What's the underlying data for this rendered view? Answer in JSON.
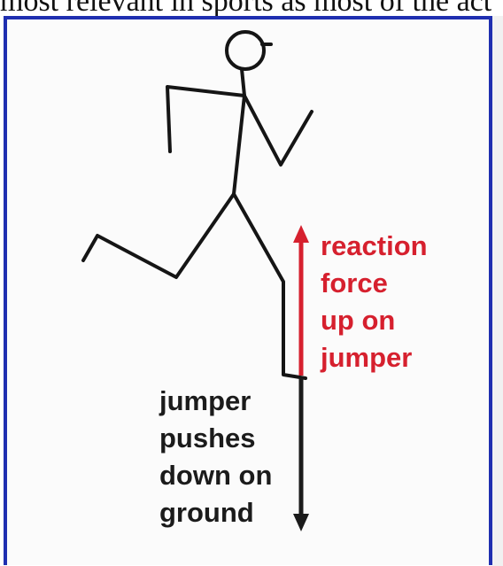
{
  "caption": {
    "text": "most relevant in sports as most of the act"
  },
  "diagram": {
    "reaction_force": {
      "lines": [
        "reaction",
        "force",
        "up on",
        "jumper"
      ],
      "color": "#d6202e"
    },
    "ground_push": {
      "lines": [
        "jumper",
        "pushes",
        "down on",
        "ground"
      ],
      "color": "#1b1b1b"
    },
    "frame_color": "#1f2fb0"
  }
}
